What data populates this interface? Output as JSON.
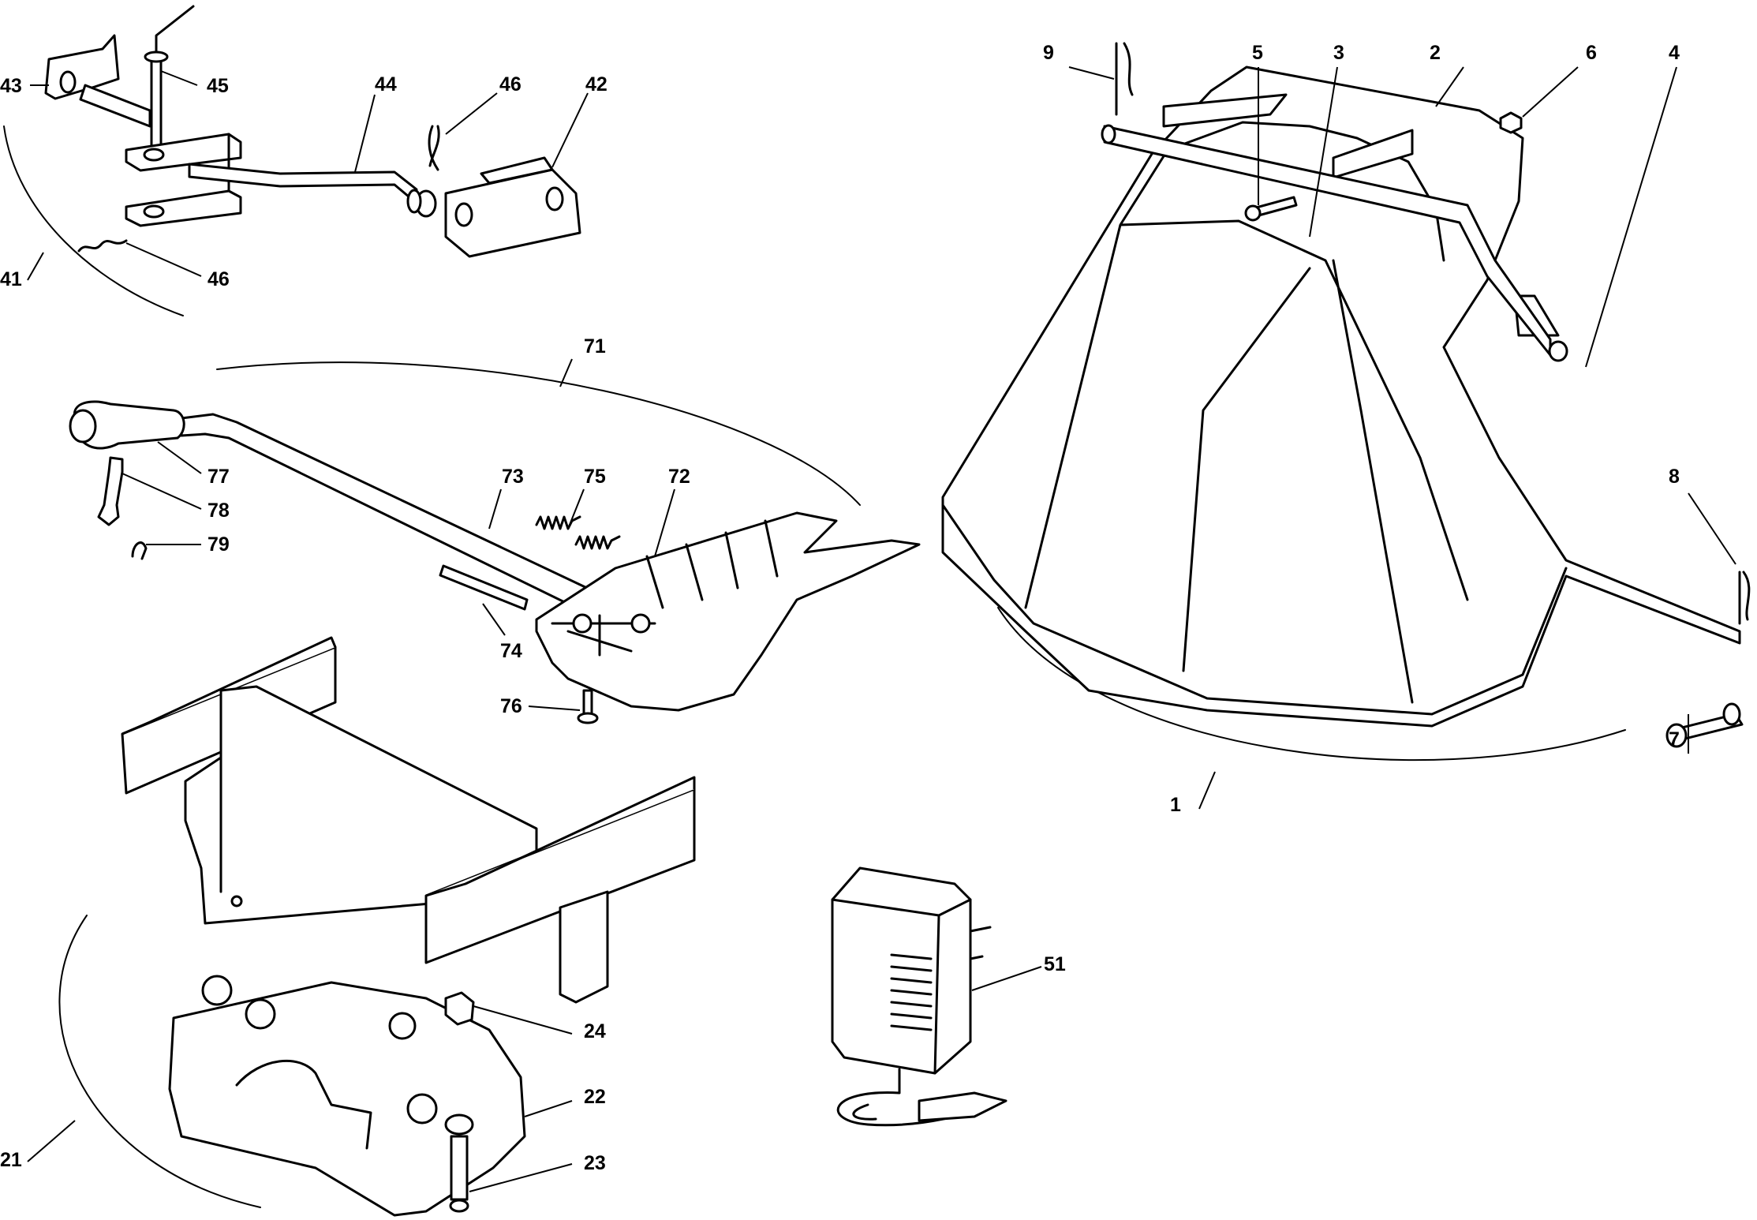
{
  "callouts": [
    {
      "id": "43",
      "text": "43"
    },
    {
      "id": "45",
      "text": "45"
    },
    {
      "id": "44",
      "text": "44"
    },
    {
      "id": "46a",
      "text": "46"
    },
    {
      "id": "42",
      "text": "42"
    },
    {
      "id": "46b",
      "text": "46"
    },
    {
      "id": "41",
      "text": "41"
    },
    {
      "id": "71",
      "text": "71"
    },
    {
      "id": "77",
      "text": "77"
    },
    {
      "id": "78",
      "text": "78"
    },
    {
      "id": "79",
      "text": "79"
    },
    {
      "id": "73",
      "text": "73"
    },
    {
      "id": "75",
      "text": "75"
    },
    {
      "id": "72",
      "text": "72"
    },
    {
      "id": "74",
      "text": "74"
    },
    {
      "id": "76",
      "text": "76"
    },
    {
      "id": "9",
      "text": "9"
    },
    {
      "id": "5",
      "text": "5"
    },
    {
      "id": "3",
      "text": "3"
    },
    {
      "id": "2",
      "text": "2"
    },
    {
      "id": "6",
      "text": "6"
    },
    {
      "id": "4",
      "text": "4"
    },
    {
      "id": "8",
      "text": "8"
    },
    {
      "id": "7",
      "text": "7"
    },
    {
      "id": "1",
      "text": "1"
    },
    {
      "id": "51",
      "text": "51"
    },
    {
      "id": "24",
      "text": "24"
    },
    {
      "id": "22",
      "text": "22"
    },
    {
      "id": "21",
      "text": "21"
    },
    {
      "id": "23",
      "text": "23"
    }
  ]
}
